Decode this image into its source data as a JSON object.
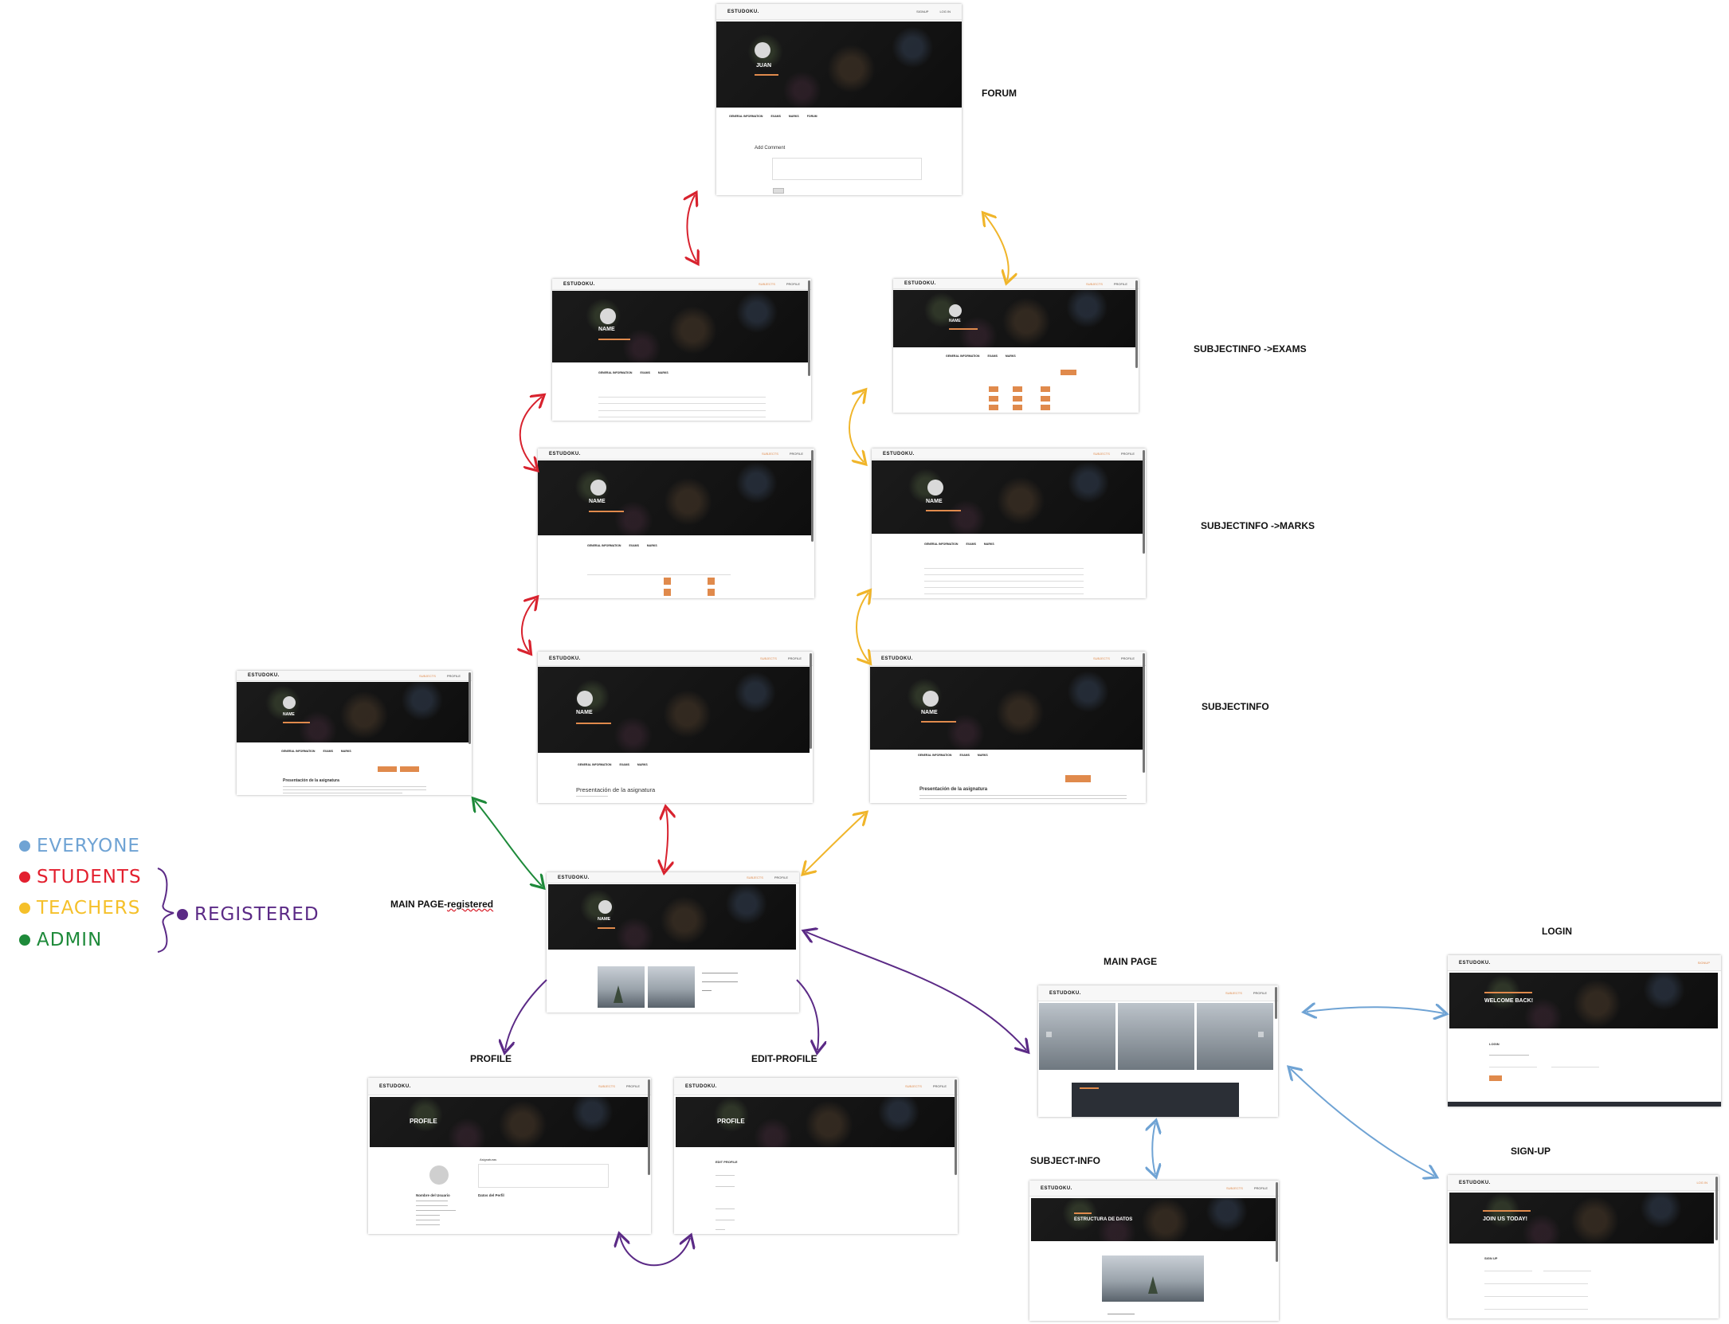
{
  "labels": {
    "forum": "FORUM",
    "exams": "SUBJECTINFO ->EXAMS",
    "marks": "SUBJECTINFO ->MARKS",
    "subjectinfo": "SUBJECTINFO",
    "main_registered_prefix": "MAIN PAGE-",
    "main_registered_suffix": "registered",
    "profile": "PROFILE",
    "edit_profile": "EDIT-PROFILE",
    "main_page": "MAIN PAGE",
    "login": "LOGIN",
    "signup": "SIGN-UP",
    "subject_info": "SUBJECT-INFO"
  },
  "legend": [
    {
      "text": "EVERYONE",
      "color": "#6fa3d4"
    },
    {
      "text": "STUDENTS",
      "color": "#e3202f"
    },
    {
      "text": "TEACHERS",
      "color": "#f5c02a"
    },
    {
      "text": "ADMIN",
      "color": "#1e8a3a"
    },
    {
      "text": "REGISTERED",
      "color": "#5b2a86"
    }
  ],
  "colors": {
    "everyone": "#6fa3d4",
    "students": "#d8222e",
    "teachers": "#f0b52a",
    "admin": "#1e8a3a",
    "registered": "#5b2a86",
    "accent": "#e08a4c"
  },
  "ui": {
    "brand": "ESTUDOKU.",
    "nav_subjects": "SUBJECTS",
    "nav_profile": "PROFILE",
    "nav_signup": "SIGNUP",
    "nav_login": "LOG IN",
    "tab_general": "GENERAL INFORMATION",
    "tab_exams": "EXAMS",
    "tab_marks": "MARKS",
    "tab_forum": "FORUM",
    "name_juan": "JUAN",
    "name_generic": "NAME",
    "profile_title": "PROFILE",
    "add_comment": "Add Comment",
    "presentation": "Presentación de la asignatura",
    "welcome": "WELCOME BACK!",
    "join": "JOIN US TODAY!",
    "login_heading": "LOGIN",
    "signup_heading": "SIGN UP",
    "edit_profile_heading": "EDIT PROFILE",
    "structure": "ESTRUCTURA DE DATOS",
    "asignaturas": "Asignaturas",
    "datos_perfil": "Datos del Perfil",
    "nombre_usuario": "Nombre del Usuario"
  }
}
